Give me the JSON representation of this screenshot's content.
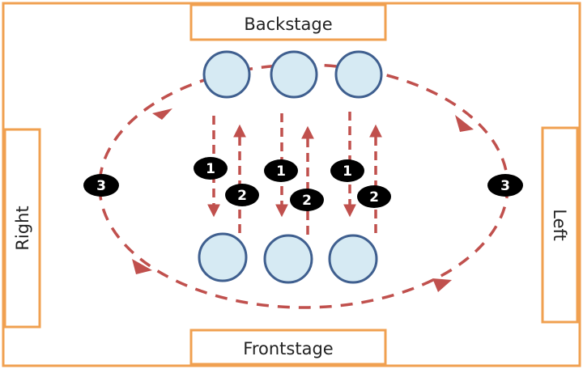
{
  "labels": {
    "backstage": "Backstage",
    "frontstage": "Frontstage",
    "right": "Right",
    "left": "Left"
  },
  "steps": {
    "one": "1",
    "two": "2",
    "three": "3"
  },
  "colors": {
    "border": "#f0a050",
    "circle_fill": "#d6eaf3",
    "circle_stroke": "#3f5f8f",
    "arrow": "#c0504d",
    "badge": "#000000"
  }
}
